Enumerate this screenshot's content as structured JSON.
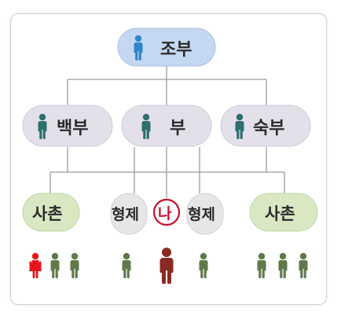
{
  "nodes": {
    "grandfather": "조부",
    "uncle_elder": "백부",
    "father": "부",
    "uncle_younger": "숙부",
    "cousin_left": "사촌",
    "sibling_left": "형제",
    "me": "나",
    "sibling_right": "형제",
    "cousin_right": "사촌"
  },
  "colors": {
    "grandfather_fill": "#c5d8f2",
    "grandfather_icon": "#2f86c8",
    "parent_fill": "#e4e0ea",
    "parent_icon": "#2f6f6f",
    "cousin_fill": "#d9e7c2",
    "sibling_fill": "#e6e6e6",
    "me_ring": "#c8102e",
    "person_green": "#5f7a4a",
    "person_red": "#e8141c",
    "person_me": "#8b2a22",
    "line": "#9a9a9a"
  },
  "icons": {
    "person": "person-icon",
    "female": "female-person-icon"
  }
}
